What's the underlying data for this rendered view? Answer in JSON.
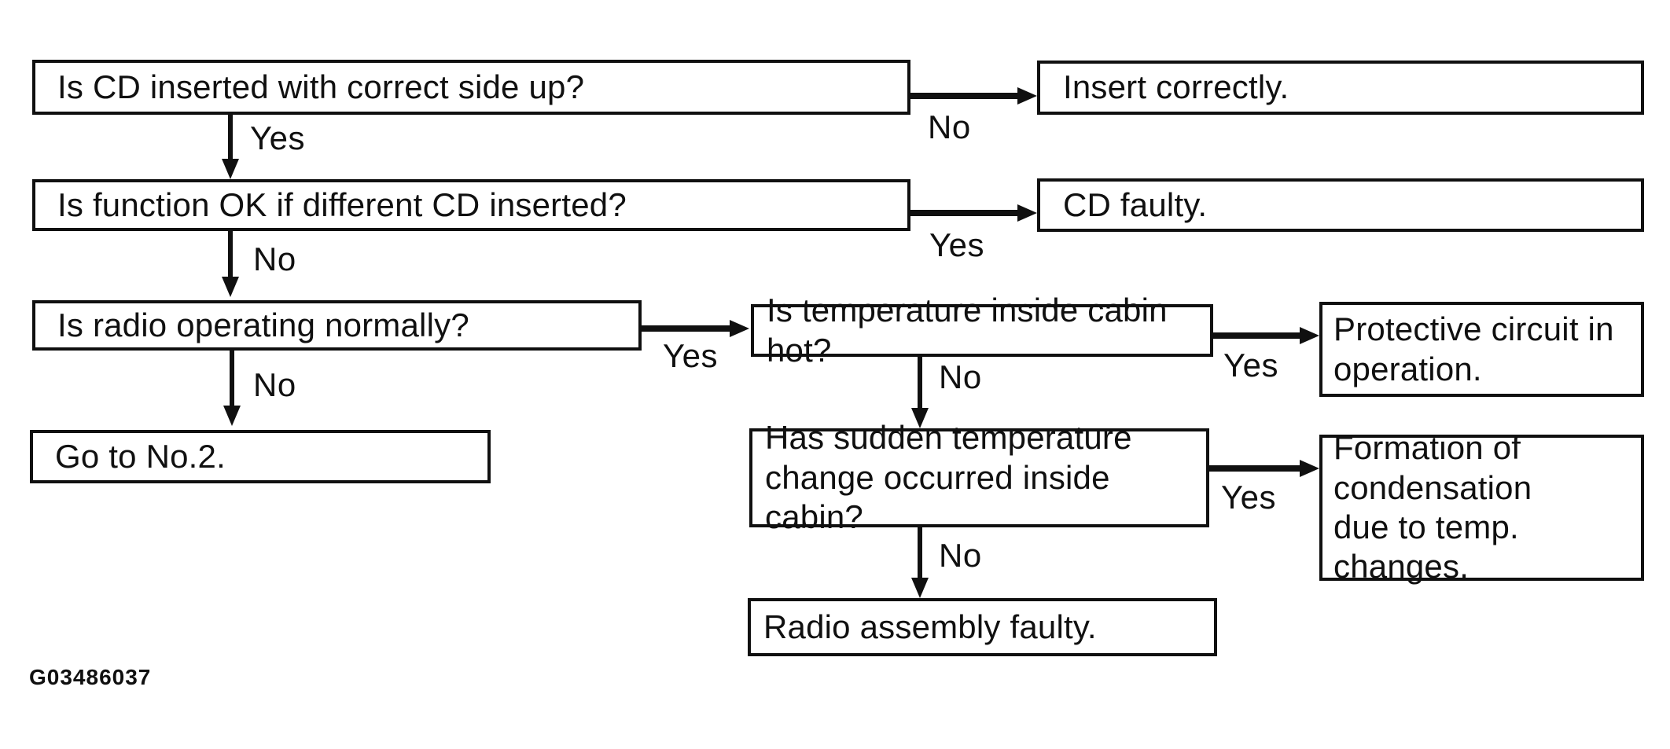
{
  "figure_id": "G03486037",
  "diagram": {
    "type": "flowchart",
    "colors": {
      "line": "#101010",
      "background": "#ffffff",
      "text": "#101010"
    },
    "nodes": {
      "q_cd_inserted": {
        "kind": "question",
        "label": "Is CD inserted with correct side up?"
      },
      "a_insert": {
        "kind": "action",
        "label": "Insert correctly."
      },
      "q_different_cd": {
        "kind": "question",
        "label": "Is function OK if different CD inserted?"
      },
      "a_cd_faulty": {
        "kind": "action",
        "label": "CD faulty."
      },
      "q_radio_normal": {
        "kind": "question",
        "label": "Is radio operating normally?"
      },
      "a_goto_no2": {
        "kind": "action",
        "label": "Go to No.2."
      },
      "q_cabin_hot": {
        "kind": "question",
        "label": "Is temperature inside cabin hot?"
      },
      "a_protective": {
        "kind": "action",
        "label": "Protective circuit in\noperation."
      },
      "q_sudden_change": {
        "kind": "question",
        "label": "Has sudden temperature\nchange occurred inside cabin?"
      },
      "a_condensation": {
        "kind": "action",
        "label": "Formation of\ncondensation\ndue to temp. changes."
      },
      "a_radio_faulty": {
        "kind": "action",
        "label": "Radio assembly faulty."
      }
    },
    "edges": {
      "e_cd_no": {
        "from": "q_cd_inserted",
        "to": "a_insert",
        "label": "No"
      },
      "e_cd_yes": {
        "from": "q_cd_inserted",
        "to": "q_different_cd",
        "label": "Yes"
      },
      "e_diff_yes": {
        "from": "q_different_cd",
        "to": "a_cd_faulty",
        "label": "Yes"
      },
      "e_diff_no": {
        "from": "q_different_cd",
        "to": "q_radio_normal",
        "label": "No"
      },
      "e_radio_yes": {
        "from": "q_radio_normal",
        "to": "q_cabin_hot",
        "label": "Yes"
      },
      "e_radio_no": {
        "from": "q_radio_normal",
        "to": "a_goto_no2",
        "label": "No"
      },
      "e_hot_yes": {
        "from": "q_cabin_hot",
        "to": "a_protective",
        "label": "Yes"
      },
      "e_hot_no": {
        "from": "q_cabin_hot",
        "to": "q_sudden_change",
        "label": "No"
      },
      "e_sudden_yes": {
        "from": "q_sudden_change",
        "to": "a_condensation",
        "label": "Yes"
      },
      "e_sudden_no": {
        "from": "q_sudden_change",
        "to": "a_radio_faulty",
        "label": "No"
      }
    }
  }
}
